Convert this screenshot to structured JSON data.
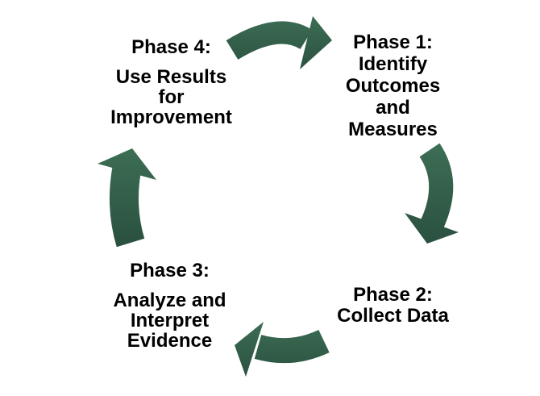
{
  "diagram": {
    "type": "cycle",
    "phases": [
      {
        "id": "phase1",
        "title": "Phase 1:",
        "lines": [
          "Identify",
          "Outcomes",
          "and",
          "Measures"
        ]
      },
      {
        "id": "phase2",
        "title": "Phase 2:",
        "lines": [
          "Collect Data"
        ]
      },
      {
        "id": "phase3",
        "title": "Phase 3:",
        "lines": [
          "Analyze and",
          "Interpret",
          "Evidence"
        ]
      },
      {
        "id": "phase4",
        "title": "Phase 4:",
        "lines": [
          "Use Results",
          "for",
          "Improvement"
        ]
      }
    ],
    "arrows": [
      {
        "from": "Phase 4",
        "to": "Phase 1",
        "direction": "right"
      },
      {
        "from": "Phase 1",
        "to": "Phase 2",
        "direction": "down"
      },
      {
        "from": "Phase 2",
        "to": "Phase 3",
        "direction": "left"
      },
      {
        "from": "Phase 3",
        "to": "Phase 4",
        "direction": "up"
      }
    ],
    "colors": {
      "arrow_light": "#3d6e54",
      "arrow_dark": "#2a5040",
      "text": "#000000",
      "background": "#ffffff"
    }
  }
}
